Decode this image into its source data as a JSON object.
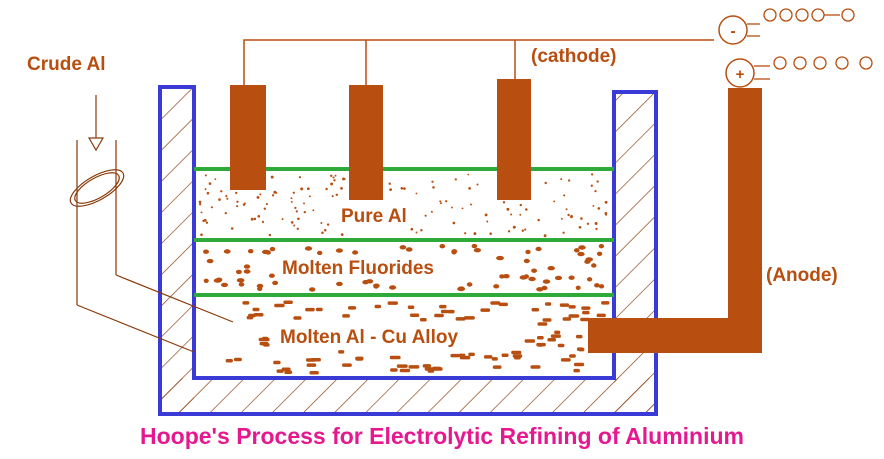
{
  "labels": {
    "crude_al": "Crude Al",
    "cathode": "(cathode)",
    "anode": "(Anode)",
    "pure_al": "Pure Al",
    "molten_fluorides": "Molten Fluorides",
    "molten_alloy": "Molten Al - Cu Alloy",
    "minus_sign": "-",
    "plus_sign": "+"
  },
  "caption": "Hoope's Process for Electrolytic Refining of Aluminium",
  "colors": {
    "tank_outline": "#3a3ad6",
    "electrode": "#b84e0f",
    "layer_boundary": "#2eaa3a",
    "wire": "#b84e0f",
    "caption": "#e5188f",
    "hatch": "#8a3a0a"
  }
}
